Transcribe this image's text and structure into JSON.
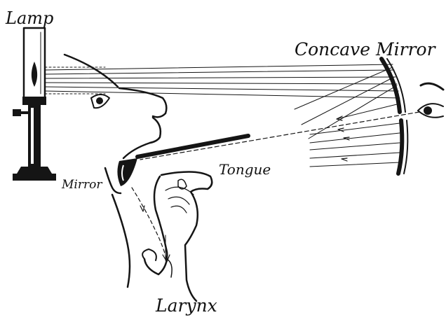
{
  "labels": {
    "lamp": "Lamp",
    "concave_mirror": "Concave Mirror",
    "tongue": "Tongue",
    "mirror": "Mirror",
    "larynx": "Larynx"
  },
  "colors": {
    "ink": "#151515",
    "paper": "#ffffff"
  }
}
